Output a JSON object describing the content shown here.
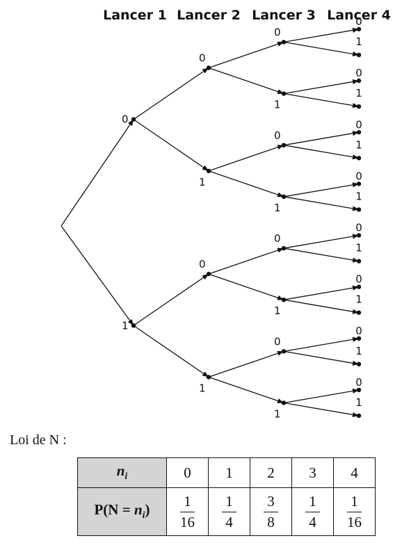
{
  "tree": {
    "headers": [
      "Lancer 1",
      "Lancer 2",
      "Lancer 3",
      "Lancer 4"
    ],
    "branch_labels": [
      "0",
      "1"
    ]
  },
  "law": {
    "title": "Loi de N :",
    "row1": {
      "label_main": "n",
      "label_sub": "i",
      "values": [
        "0",
        "1",
        "2",
        "3",
        "4"
      ]
    },
    "row2": {
      "label_pre": "P(N = ",
      "label_var": "n",
      "label_sub": "i",
      "label_post": ")",
      "values": [
        {
          "num": "1",
          "den": "16"
        },
        {
          "num": "1",
          "den": "4"
        },
        {
          "num": "3",
          "den": "8"
        },
        {
          "num": "1",
          "den": "4"
        },
        {
          "num": "1",
          "den": "16"
        }
      ]
    }
  }
}
